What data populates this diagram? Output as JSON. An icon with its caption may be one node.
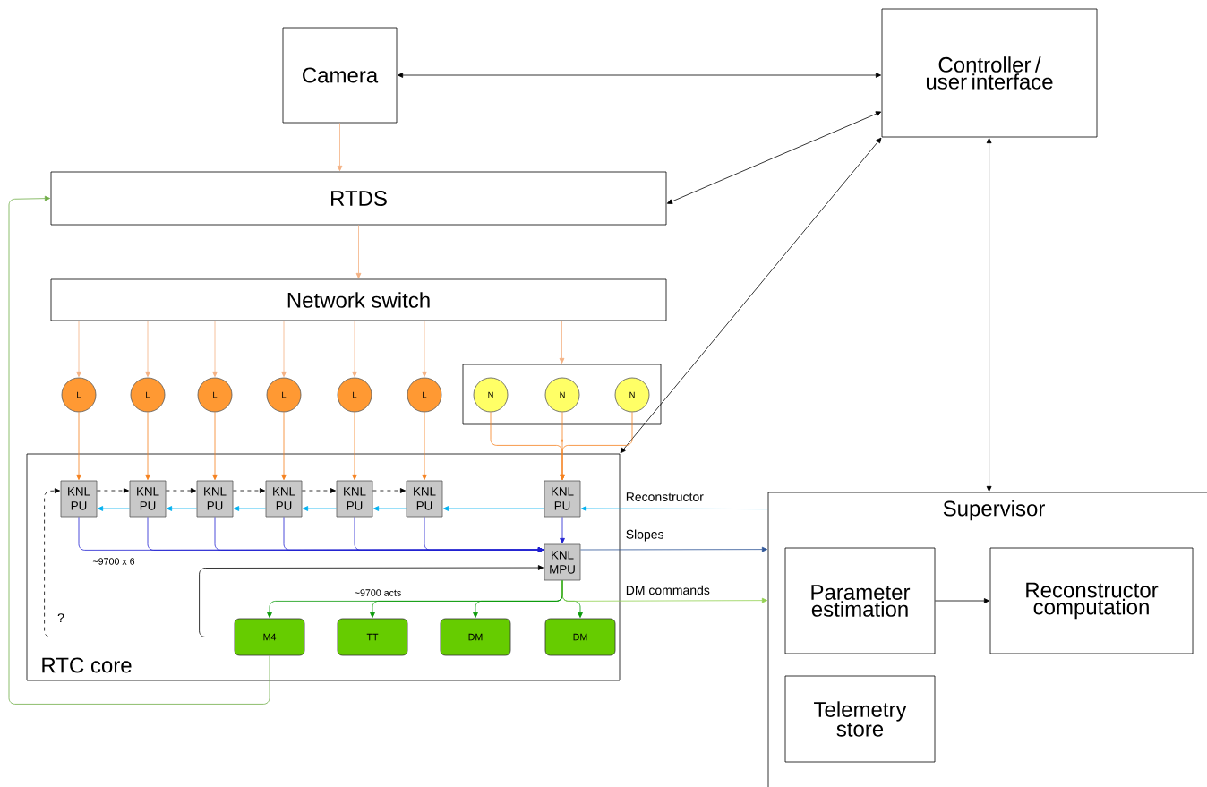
{
  "diagram": {
    "nodes": [
      {
        "text": [
          "Camera"
        ]
      },
      {
        "text": [
          "Controller / user interface"
        ]
      },
      {
        "text": [
          "RTDS"
        ]
      },
      {
        "text": [
          "Network switch"
        ]
      },
      {
        "text": [
          "L"
        ]
      },
      {
        "text": [
          "L"
        ]
      },
      {
        "text": [
          "L"
        ]
      },
      {
        "text": [
          "L"
        ]
      },
      {
        "text": [
          "L"
        ]
      },
      {
        "text": [
          "L"
        ]
      },
      {
        "text": [],
        "shape": "box"
      },
      {
        "text": [
          "N"
        ],
        "in": 10
      },
      {
        "text": [
          "N"
        ],
        "in": 10
      },
      {
        "text": [
          "N"
        ],
        "in": 10
      },
      {
        "text": [
          "RTC core"
        ]
      },
      {
        "text": [
          "KNL PU"
        ],
        "in": 14
      },
      {
        "text": [
          "KNL PU"
        ],
        "in": 14
      },
      {
        "text": [
          "KNL PU"
        ],
        "in": 14
      },
      {
        "text": [
          "KNL PU"
        ],
        "in": 14
      },
      {
        "text": [
          "KNL PU"
        ],
        "in": 14
      },
      {
        "text": [
          "KNL PU"
        ],
        "in": 14
      },
      {
        "text": [
          "KNL PU"
        ],
        "in": 14
      },
      {
        "text": [
          "KNL MPU"
        ],
        "in": 14
      },
      {
        "text": [
          "M4"
        ],
        "in": 14
      },
      {
        "text": [
          "TT"
        ],
        "in": 14
      },
      {
        "text": [
          "DM"
        ],
        "in": 14
      },
      {
        "text": [
          "DM"
        ],
        "in": 14
      },
      {
        "text": [
          "Supervisor"
        ]
      },
      {
        "text": [
          "Parameter estimation"
        ],
        "in": 27
      },
      {
        "text": [
          "Reconstructor computation"
        ],
        "in": 27
      },
      {
        "text": [
          "Telemetry store"
        ],
        "in": 27
      }
    ],
    "edges": [
      {
        "from": 0,
        "to": 1,
        "arrow": "both"
      },
      {
        "from": 0,
        "to": 2,
        "arrow": "to",
        "color": "#f4b183"
      },
      {
        "from": 1,
        "to": 2,
        "arrow": "both"
      },
      {
        "from": 1,
        "to": 14,
        "arrow": "both"
      },
      {
        "from": 1,
        "to": 27,
        "arrow": "both"
      },
      {
        "from": 2,
        "to": 3,
        "arrow": "to",
        "color": "#f4b183"
      },
      {
        "from": 3,
        "to": 4,
        "arrow": "to",
        "color": "#f4b183"
      },
      {
        "from": 3,
        "to": 5,
        "arrow": "to",
        "color": "#f4b183"
      },
      {
        "from": 3,
        "to": 6,
        "arrow": "to",
        "color": "#f4b183"
      },
      {
        "from": 3,
        "to": 7,
        "arrow": "to",
        "color": "#f4b183"
      },
      {
        "from": 3,
        "to": 8,
        "arrow": "to",
        "color": "#f4b183"
      },
      {
        "from": 3,
        "to": 9,
        "arrow": "to",
        "color": "#f4b183"
      },
      {
        "from": 3,
        "to": 10,
        "arrow": "to",
        "color": "#f4b183"
      },
      {
        "from": 4,
        "to": 15,
        "arrow": "to",
        "color": "#f58220"
      },
      {
        "from": 5,
        "to": 16,
        "arrow": "to",
        "color": "#f58220"
      },
      {
        "from": 6,
        "to": 17,
        "arrow": "to",
        "color": "#f58220"
      },
      {
        "from": 7,
        "to": 18,
        "arrow": "to",
        "color": "#f58220"
      },
      {
        "from": 8,
        "to": 19,
        "arrow": "to",
        "color": "#f58220"
      },
      {
        "from": 9,
        "to": 20,
        "arrow": "to",
        "color": "#f58220"
      },
      {
        "from": 11,
        "to": 21,
        "arrow": "to",
        "color": "#f58220"
      },
      {
        "from": 12,
        "to": 21,
        "arrow": "to",
        "color": "#f58220"
      },
      {
        "from": 13,
        "to": 21,
        "arrow": "to",
        "color": "#f58220"
      },
      {
        "from": 15,
        "to": 16,
        "arrow": "to",
        "style": "dashed"
      },
      {
        "from": 16,
        "to": 17,
        "arrow": "to",
        "style": "dashed"
      },
      {
        "from": 17,
        "to": 18,
        "arrow": "to",
        "style": "dashed"
      },
      {
        "from": 18,
        "to": 19,
        "arrow": "to",
        "style": "dashed"
      },
      {
        "from": 19,
        "to": 20,
        "arrow": "to",
        "style": "dashed"
      },
      {
        "from": 21,
        "to": 20,
        "arrow": "to",
        "color": "#00b0f0"
      },
      {
        "from": 20,
        "to": 19,
        "arrow": "to",
        "color": "#00b0f0"
      },
      {
        "from": 19,
        "to": 18,
        "arrow": "to",
        "color": "#00b0f0"
      },
      {
        "from": 18,
        "to": 17,
        "arrow": "to",
        "color": "#00b0f0"
      },
      {
        "from": 17,
        "to": 16,
        "arrow": "to",
        "color": "#00b0f0"
      },
      {
        "from": 16,
        "to": 15,
        "arrow": "to",
        "color": "#00b0f0"
      },
      {
        "from": 27,
        "to": 21,
        "arrow": "to",
        "label": "Reconstructor",
        "color": "#00b0f0"
      },
      {
        "from": 15,
        "to": 22,
        "arrow": "to",
        "color": "#1f1fd0"
      },
      {
        "from": 16,
        "to": 22,
        "arrow": "to",
        "color": "#1f1fd0"
      },
      {
        "from": 17,
        "to": 22,
        "arrow": "to",
        "color": "#1f1fd0"
      },
      {
        "from": 18,
        "to": 22,
        "arrow": "to",
        "color": "#1f1fd0"
      },
      {
        "from": 19,
        "to": 22,
        "arrow": "to",
        "color": "#1f1fd0"
      },
      {
        "from": 20,
        "to": 22,
        "arrow": "to",
        "color": "#1f1fd0"
      },
      {
        "from": 21,
        "to": 22,
        "arrow": "to",
        "color": "#1f1fd0"
      },
      {
        "from": 22,
        "to": 27,
        "arrow": "to",
        "label": "Slopes",
        "color": "#2f5597"
      },
      {
        "from": 22,
        "to": 23,
        "arrow": "to",
        "color": "#0a9a0a"
      },
      {
        "from": 22,
        "to": 24,
        "arrow": "to",
        "color": "#0a9a0a"
      },
      {
        "from": 22,
        "to": 25,
        "arrow": "to",
        "color": "#0a9a0a"
      },
      {
        "from": 22,
        "to": 26,
        "arrow": "to",
        "color": "#0a9a0a"
      },
      {
        "from": 22,
        "to": 27,
        "arrow": "to",
        "label": "DM commands",
        "color": "#92d050"
      },
      {
        "from": 23,
        "to": 22,
        "arrow": "to"
      },
      {
        "from": 23,
        "to": 15,
        "arrow": "to",
        "label": "?",
        "style": "dashed"
      },
      {
        "from": 23,
        "to": 2,
        "arrow": "to",
        "color": "#70ad47"
      },
      {
        "from": 28,
        "to": 29,
        "arrow": "to"
      }
    ],
    "labels": [
      "~9700 x 6",
      "~9700 acts"
    ]
  }
}
